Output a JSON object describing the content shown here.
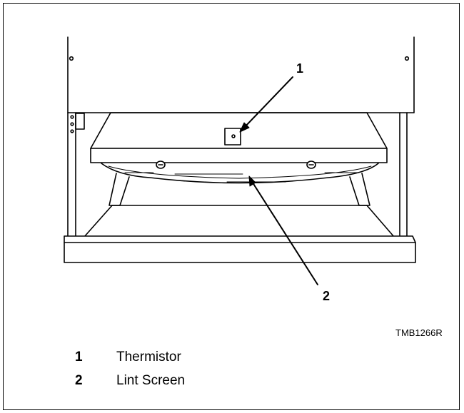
{
  "figure": {
    "callouts": [
      "1",
      "2"
    ],
    "figure_id": "TMB1266R"
  },
  "legend": [
    {
      "number": "1",
      "label": "Thermistor"
    },
    {
      "number": "2",
      "label": "Lint Screen"
    }
  ]
}
